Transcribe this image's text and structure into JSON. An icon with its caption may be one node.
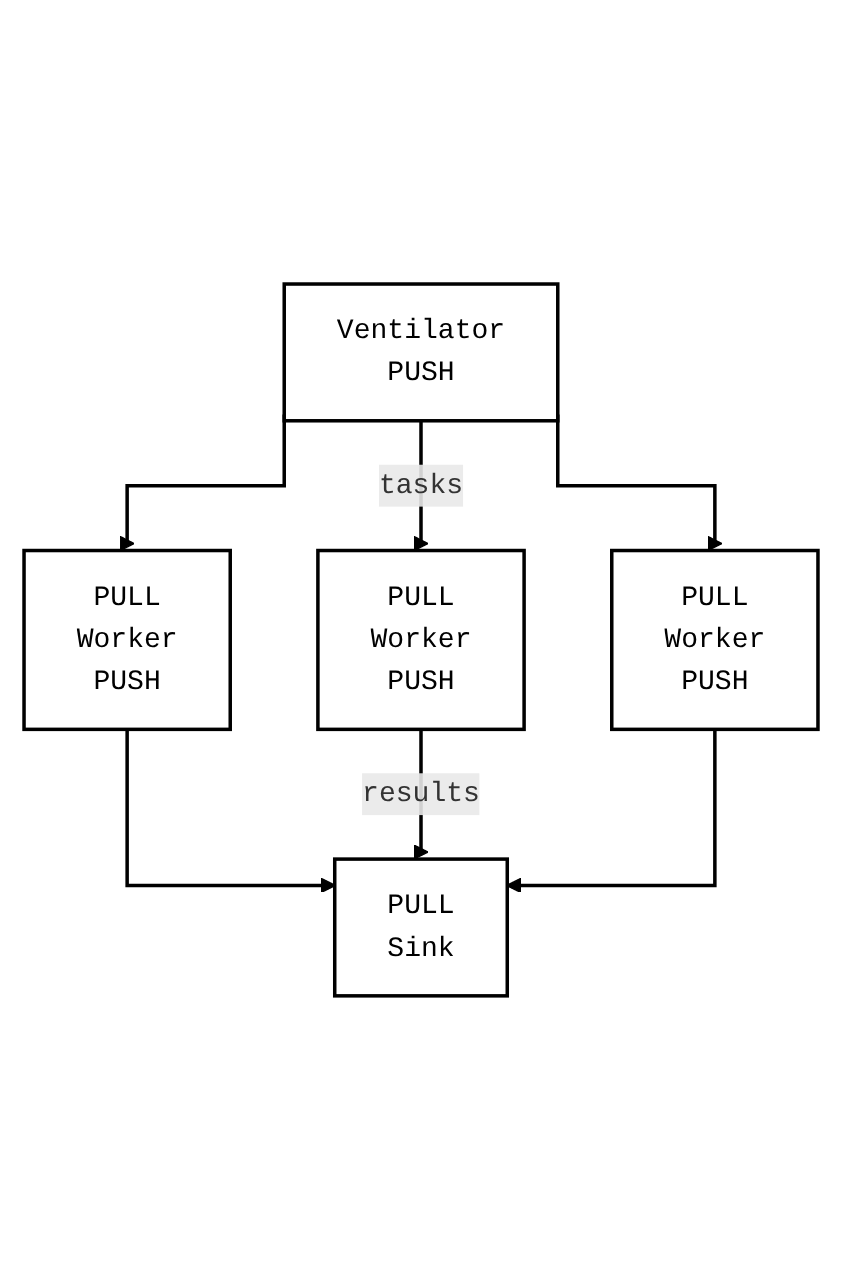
{
  "diagram": {
    "nodes": [
      {
        "text": [
          "Ventilator",
          "PUSH"
        ]
      },
      {
        "text": [
          "PULL",
          "Worker",
          "PUSH"
        ]
      },
      {
        "text": [
          "PULL",
          "Worker",
          "PUSH"
        ]
      },
      {
        "text": [
          "PULL",
          "Worker",
          "PUSH"
        ]
      },
      {
        "text": [
          "PULL",
          "Sink"
        ]
      }
    ],
    "edges": [
      {
        "from": 0,
        "to": 1,
        "arrow": "to"
      },
      {
        "from": 0,
        "to": 2,
        "arrow": "to",
        "label": "tasks"
      },
      {
        "from": 0,
        "to": 3,
        "arrow": "to"
      },
      {
        "from": 1,
        "to": 4,
        "arrow": "to"
      },
      {
        "from": 2,
        "to": 4,
        "arrow": "to",
        "label": "results"
      },
      {
        "from": 3,
        "to": 4,
        "arrow": "to"
      }
    ]
  }
}
